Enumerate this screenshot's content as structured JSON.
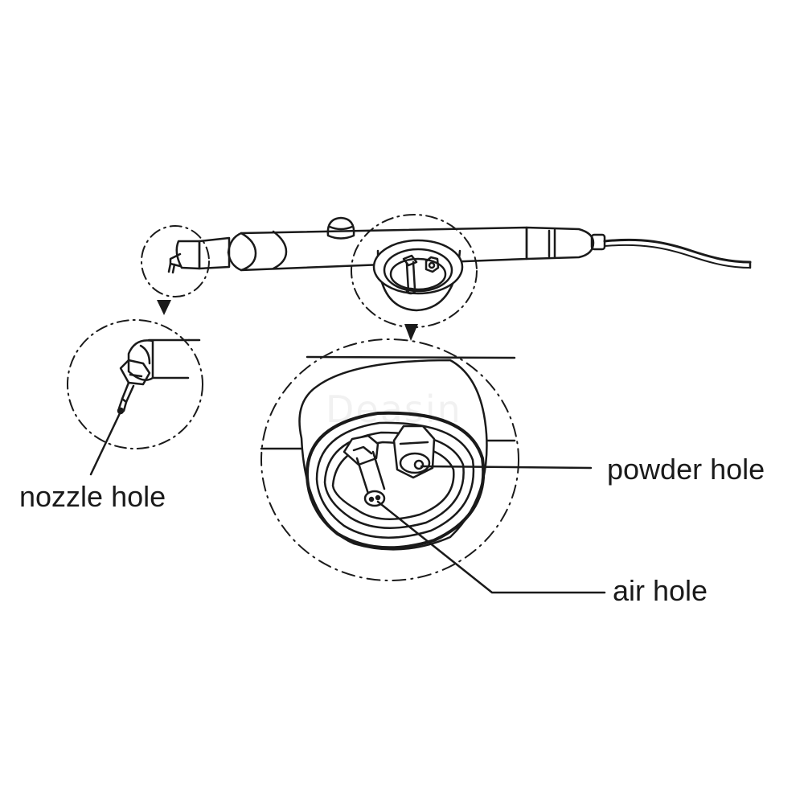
{
  "diagram": {
    "labels": {
      "nozzle": "nozzle hole",
      "powder": "powder hole",
      "air": "air hole"
    },
    "watermark": "Deasin",
    "colors": {
      "line": "#1a1a1a",
      "background": "#ffffff"
    }
  }
}
